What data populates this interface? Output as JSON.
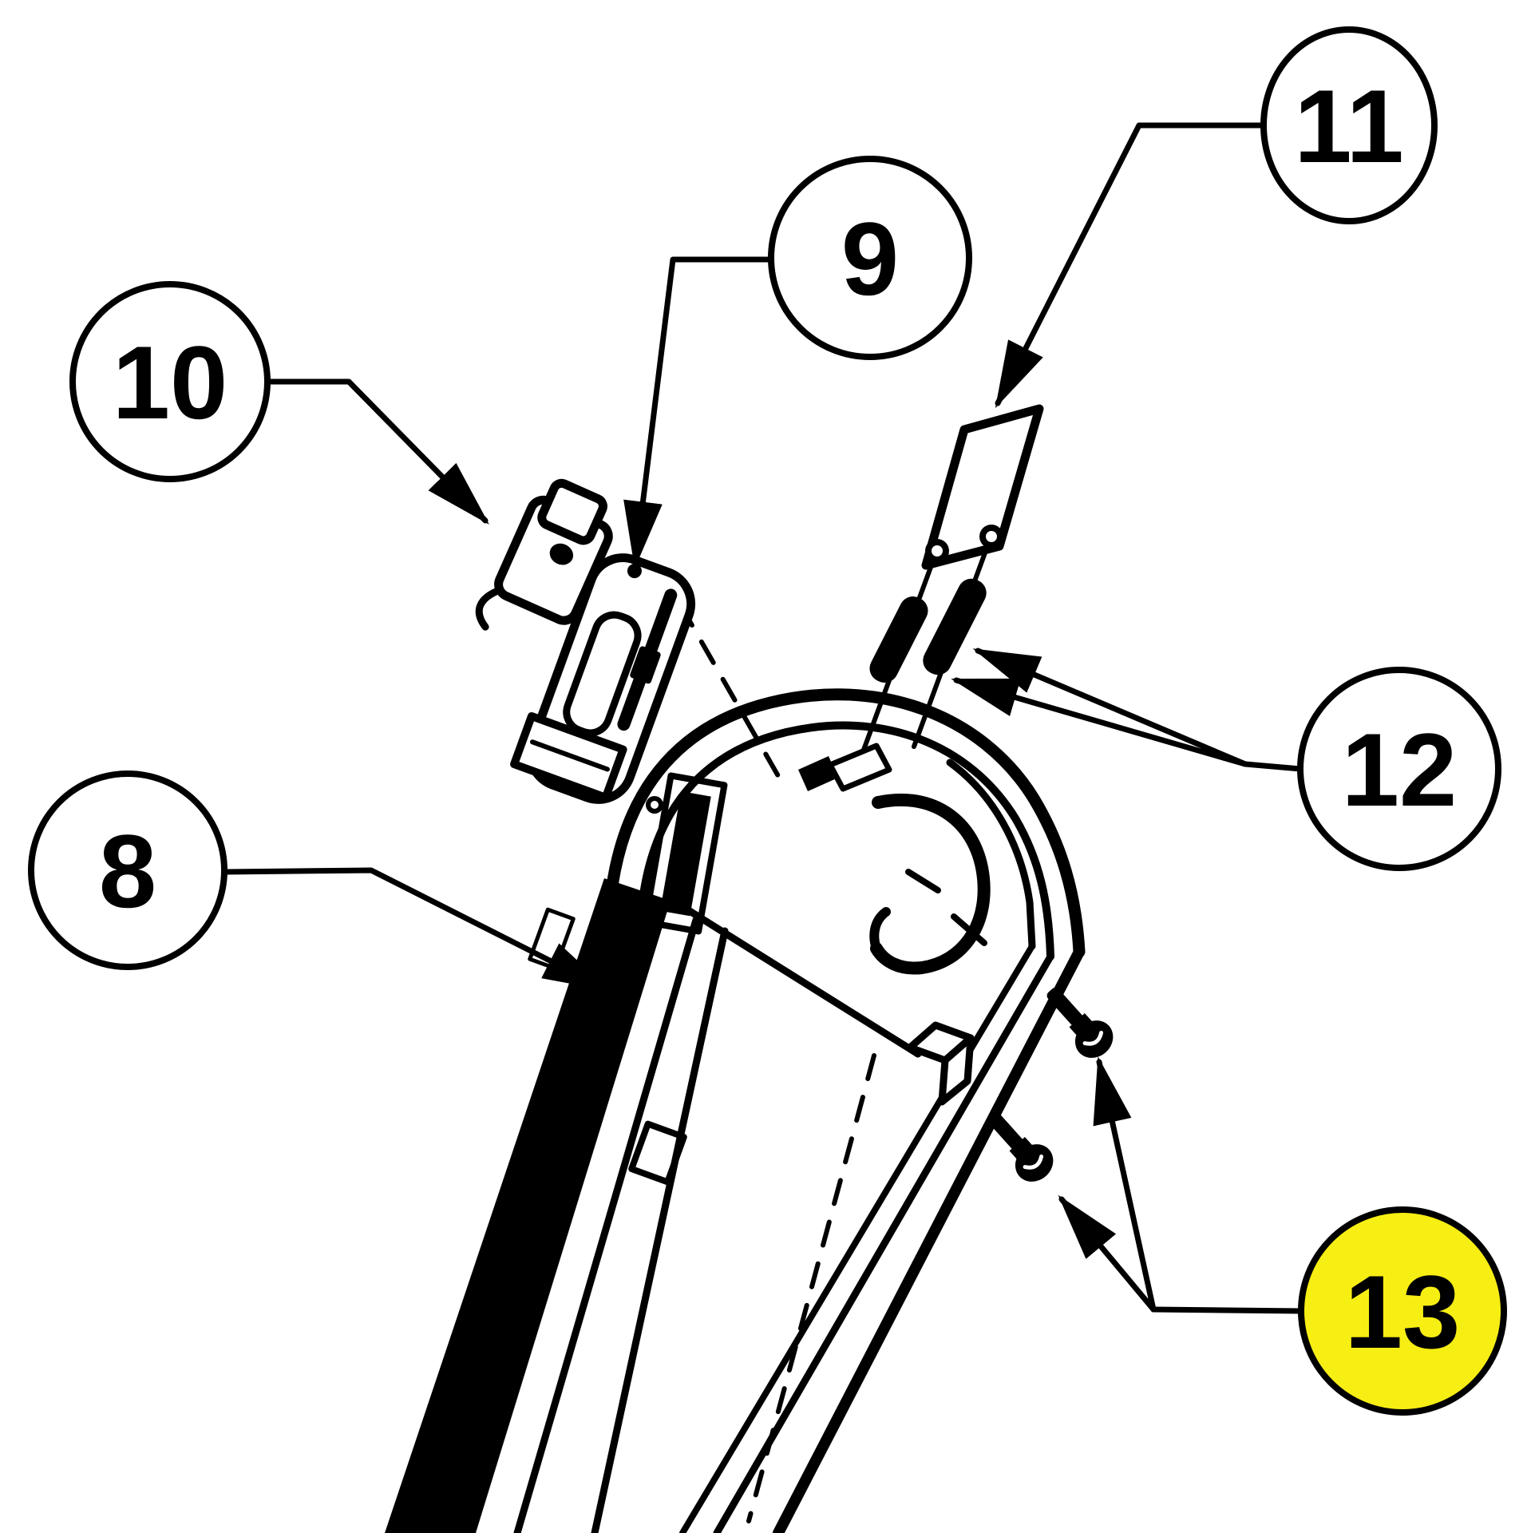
{
  "diagram": {
    "background": "#ffffff",
    "ink": "#000000",
    "highlight": "#f7ee14",
    "balloons": [
      {
        "label": "8",
        "fill": "#ffffff",
        "text_color": "#000000",
        "highlighted": false
      },
      {
        "label": "9",
        "fill": "#ffffff",
        "text_color": "#000000",
        "highlighted": false
      },
      {
        "label": "10",
        "fill": "#ffffff",
        "text_color": "#000000",
        "highlighted": false
      },
      {
        "label": "11",
        "fill": "#ffffff",
        "text_color": "#000000",
        "highlighted": false
      },
      {
        "label": "12",
        "fill": "#ffffff",
        "text_color": "#000000",
        "highlighted": false
      },
      {
        "label": "13",
        "fill": "#f7ee14",
        "text_color": "#000000",
        "highlighted": true
      }
    ]
  }
}
